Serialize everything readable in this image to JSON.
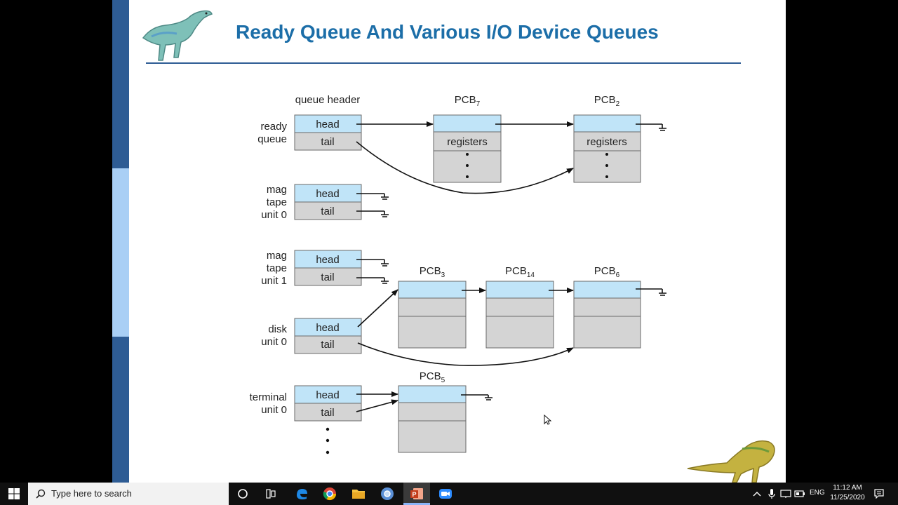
{
  "slide": {
    "title": "Ready Queue And Various I/O Device Queues"
  },
  "diagram": {
    "queue_header_label": "queue header",
    "head_label": "head",
    "tail_label": "tail",
    "registers_label": "registers",
    "queues": [
      {
        "line1": "ready",
        "line2": "queue",
        "line3": ""
      },
      {
        "line1": "mag",
        "line2": "tape",
        "line3": "unit 0"
      },
      {
        "line1": "mag",
        "line2": "tape",
        "line3": "unit 1"
      },
      {
        "line1": "disk",
        "line2": "unit 0",
        "line3": ""
      },
      {
        "line1": "terminal",
        "line2": "unit 0",
        "line3": ""
      }
    ],
    "pcbs": [
      {
        "base": "PCB",
        "sub": "7"
      },
      {
        "base": "PCB",
        "sub": "2"
      },
      {
        "base": "PCB",
        "sub": "3"
      },
      {
        "base": "PCB",
        "sub": "14"
      },
      {
        "base": "PCB",
        "sub": "6"
      },
      {
        "base": "PCB",
        "sub": "5"
      }
    ]
  },
  "taskbar": {
    "search_placeholder": "Type here to search",
    "language": "ENG",
    "time": "11:12 AM",
    "date": "11/25/2020"
  },
  "colors": {
    "title": "#1c6ea8",
    "sidebar_dark": "#2e5c94",
    "sidebar_light": "#a9cff5",
    "head_fill": "#c0e4f8",
    "body_fill": "#d4d4d4"
  },
  "icons": [
    "windows-start-icon",
    "search-icon",
    "cortana-icon",
    "task-view-icon",
    "edge-icon",
    "chrome-icon",
    "file-explorer-icon",
    "chrome-canary-icon",
    "powerpoint-icon",
    "zoom-icon",
    "chevron-up-icon",
    "microphone-icon",
    "network-icon",
    "battery-icon",
    "notification-icon",
    "dinosaur-logo-icon",
    "mouse-cursor-icon"
  ]
}
